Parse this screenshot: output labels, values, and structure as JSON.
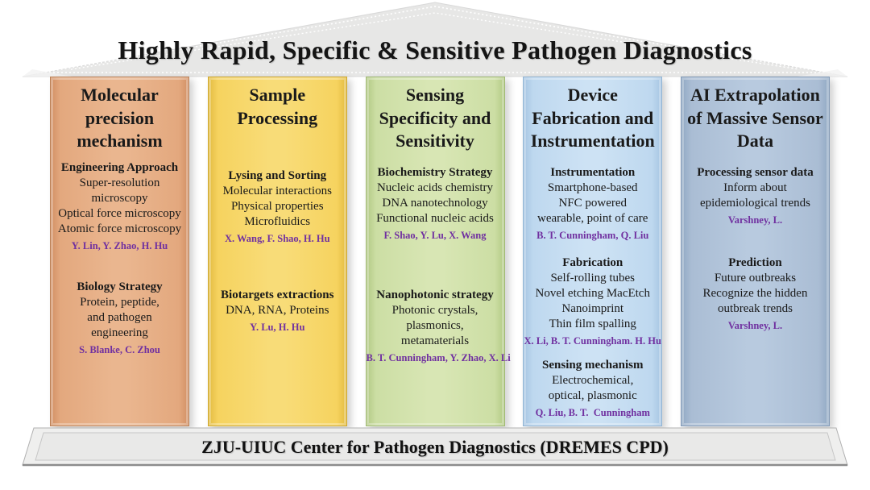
{
  "pediment": {
    "title": "Highly Rapid, Specific & Sensitive Pathogen Diagnostics"
  },
  "base": {
    "label": "ZJU-UIUC Center for Pathogen Diagnostics (DREMES CPD)"
  },
  "colors": {
    "title_text": "#141414",
    "author_text": "#7030a0",
    "pediment_fill": "#e7e7e6",
    "base_fill": "#e9e9e8"
  },
  "columns": [
    {
      "title": "Molecular precision mechanism",
      "fill": "#e3a87e",
      "border": "#bb8055",
      "sections": [
        {
          "heading": "Engineering Approach",
          "lines": [
            "Super-resolution",
            "microscopy",
            "Optical force microscopy",
            "Atomic force microscopy"
          ],
          "authors": "Y. Lin, Y. Zhao, H. Hu"
        },
        {
          "heading": "Biology Strategy",
          "lines": [
            "Protein, peptide,",
            "and pathogen",
            "engineering"
          ],
          "authors": "S. Blanke, C. Zhou"
        }
      ]
    },
    {
      "title": "Sample Processing",
      "fill": "#f6d35f",
      "border": "#cfa728",
      "sections": [
        {
          "heading": "Lysing and Sorting",
          "lines": [
            "Molecular interactions",
            "Physical properties",
            "Microfluidics"
          ],
          "authors": "X. Wang, F. Shao, H. Hu"
        },
        {
          "heading": "Biotargets extractions",
          "lines": [
            "DNA, RNA, Proteins"
          ],
          "authors": "Y. Lu, H. Hu"
        }
      ]
    },
    {
      "title": "Sensing Specificity and Sensitivity",
      "fill": "#ccdea4",
      "border": "#9fb971",
      "sections": [
        {
          "heading": "Biochemistry Strategy",
          "lines": [
            "Nucleic acids chemistry",
            "DNA nanotechnology",
            "Functional nucleic acids"
          ],
          "authors": "F. Shao, Y. Lu, X. Wang"
        },
        {
          "heading": "Nanophotonic strategy",
          "lines": [
            "Photonic crystals,",
            "plasmonics,",
            "metamaterials"
          ],
          "authors": "B. T. Cunningham, Y. Zhao, X. Li"
        }
      ]
    },
    {
      "title": "Device Fabrication and Instrumentation",
      "fill": "#bed8ef",
      "border": "#8fb3d4",
      "sections": [
        {
          "heading": "Instrumentation",
          "lines": [
            "Smartphone-based",
            "NFC powered",
            "wearable, point of care"
          ],
          "authors": "B. T. Cunningham, Q. Liu"
        },
        {
          "heading": "Fabrication",
          "lines": [
            "Self-rolling tubes",
            "Novel etching MacEtch",
            "Nanoimprint",
            "Thin film spalling"
          ],
          "authors": "X. Li, B. T. Cunningham. H. Hu"
        },
        {
          "heading": "Sensing mechanism",
          "lines": [
            "Electrochemical,",
            "optical, plasmonic"
          ],
          "authors": "Q. Liu, B. T.  Cunningham"
        }
      ]
    },
    {
      "title": "AI Extrapolation of Massive Sensor Data",
      "fill": "#aabdd4",
      "border": "#7e97b5",
      "sections": [
        {
          "heading": "Processing sensor data",
          "lines": [
            "Inform about",
            "epidemiological trends"
          ],
          "authors": "Varshney, L."
        },
        {
          "heading": "Prediction",
          "lines": [
            "Future outbreaks",
            "Recognize the hidden",
            "outbreak trends"
          ],
          "authors": "Varshney, L."
        }
      ]
    }
  ]
}
